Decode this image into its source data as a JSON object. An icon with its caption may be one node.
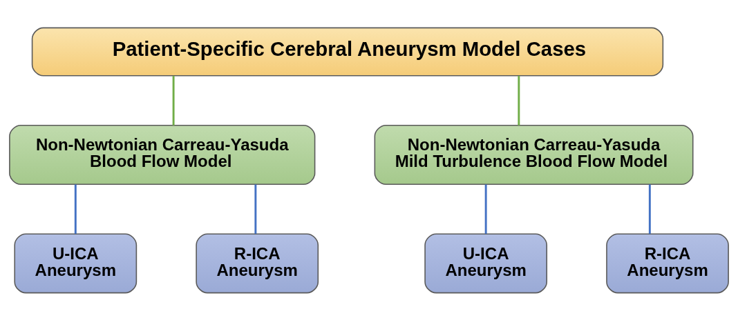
{
  "diagram": {
    "nodes": [
      {
        "text": [
          "Patient-Specific Cerebral Aneurysm Model Cases"
        ]
      },
      {
        "text": [
          "Non-Newtonian Carreau-Yasuda Blood Flow Model"
        ]
      },
      {
        "text": [
          "Non-Newtonian Carreau-Yasuda Mild Turbulence Blood Flow Model"
        ]
      },
      {
        "text": [
          "U-ICA Aneurysm"
        ]
      },
      {
        "text": [
          "R-ICA Aneurysm"
        ]
      },
      {
        "text": [
          "U-ICA Aneurysm"
        ]
      },
      {
        "text": [
          "R-ICA Aneurysm"
        ]
      }
    ],
    "edges": [
      {
        "from": 0,
        "to": 1,
        "arrow": "none",
        "color": "#70ad47"
      },
      {
        "from": 0,
        "to": 2,
        "arrow": "none",
        "color": "#70ad47"
      },
      {
        "from": 1,
        "to": 3,
        "arrow": "none"
      },
      {
        "from": 1,
        "to": 4,
        "arrow": "none"
      },
      {
        "from": 2,
        "to": 5,
        "arrow": "none"
      },
      {
        "from": 2,
        "to": 6,
        "arrow": "none"
      }
    ]
  }
}
